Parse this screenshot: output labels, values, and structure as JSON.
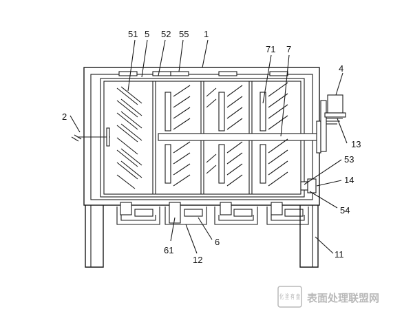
{
  "labels": {
    "l51": "51",
    "l5": "5",
    "l52": "52",
    "l55": "55",
    "l1": "1",
    "l71": "71",
    "l7": "7",
    "l4": "4",
    "l2": "2",
    "l13": "13",
    "l53": "53",
    "l14": "14",
    "l54": "54",
    "l61": "61",
    "l6": "6",
    "l12": "12",
    "l11": "11"
  },
  "watermark": {
    "text": "表面处理联盟网",
    "logo_text": "化 塗 有 盘"
  },
  "colors": {
    "line": "#1a1a1a",
    "watermark": "#b9b9b9"
  }
}
